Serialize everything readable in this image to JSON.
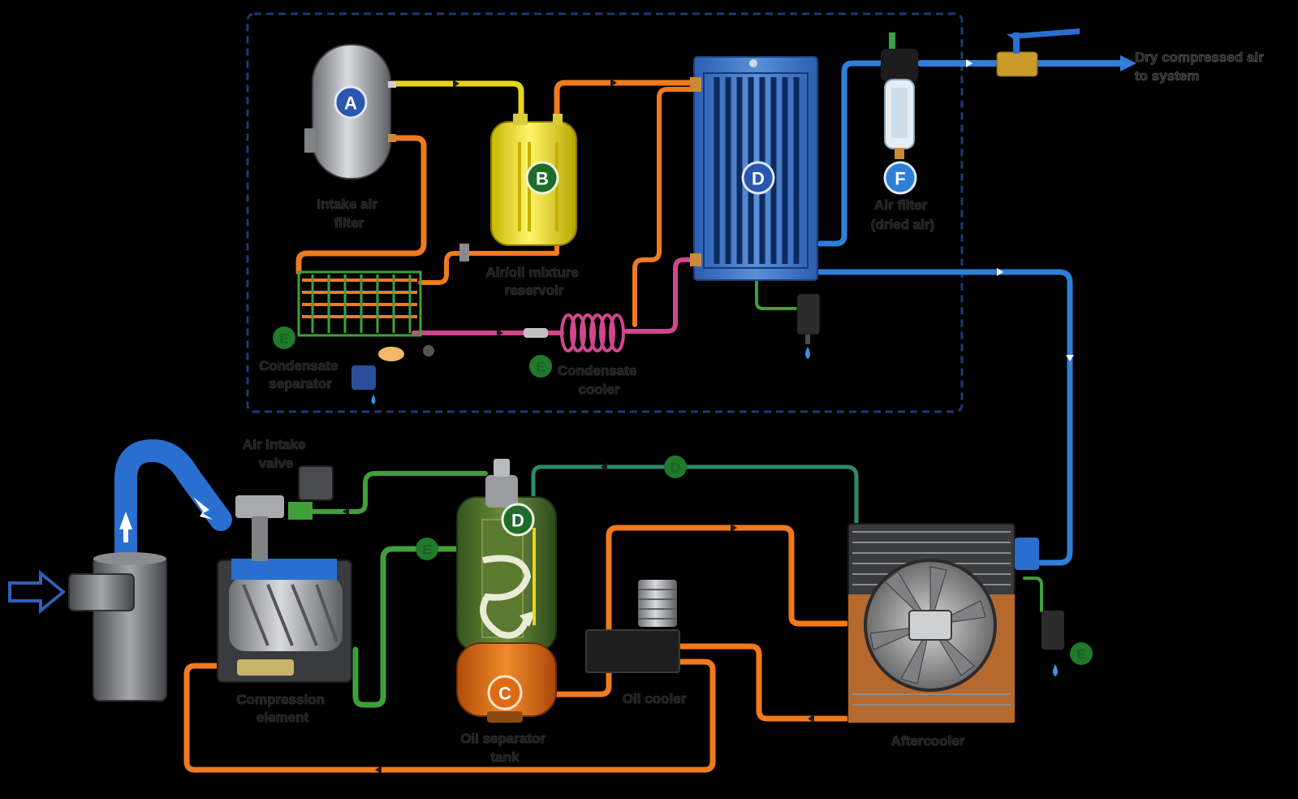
{
  "colors": {
    "background": "#000000",
    "dashed_box": "#1e3a78",
    "dry_air": "#2f7fd8",
    "intake_air": "#2a6fd0",
    "hot_air_oil": "#f07a1e",
    "warm_air": "#e6d41e",
    "cool_air": "#d1478f",
    "condensate": "#3fa03a",
    "oil_return": "#2e8c6a",
    "label_text": "#1f1f1f"
  },
  "labels": {
    "intake_air_filter": [
      "Intake air",
      "filter"
    ],
    "air_oil_mixture_reservoir": [
      "Air/oil mixture",
      "reservoir"
    ],
    "condensate_separator": [
      "Condensate",
      "separator"
    ],
    "condensate_cooler": [
      "Condensate",
      "cooler"
    ],
    "air_filter_dried": [
      "Air filter",
      "(dried air)"
    ],
    "dry_compressed_air": [
      "Dry compressed air",
      "to system"
    ],
    "air_intake_valve": [
      "Air intake",
      "valve"
    ],
    "compression_element": [
      "Compression",
      "element"
    ],
    "oil_separator_tank": [
      "Oil separator",
      "tank"
    ],
    "oil_cooler": "Oil cooler",
    "aftercooler": "Aftercooler"
  },
  "badges": {
    "A": "A",
    "B": "B",
    "C": "C",
    "D": "D",
    "E": "E",
    "F": "F"
  },
  "icons": {
    "inlet_arrow": "hollow-right-arrow-icon",
    "outlet_arrow": "right-arrow-icon",
    "flow_arrow": "flow-direction-arrow-icon",
    "drain_drop": "water-drop-icon",
    "fan": "fan-icon"
  }
}
